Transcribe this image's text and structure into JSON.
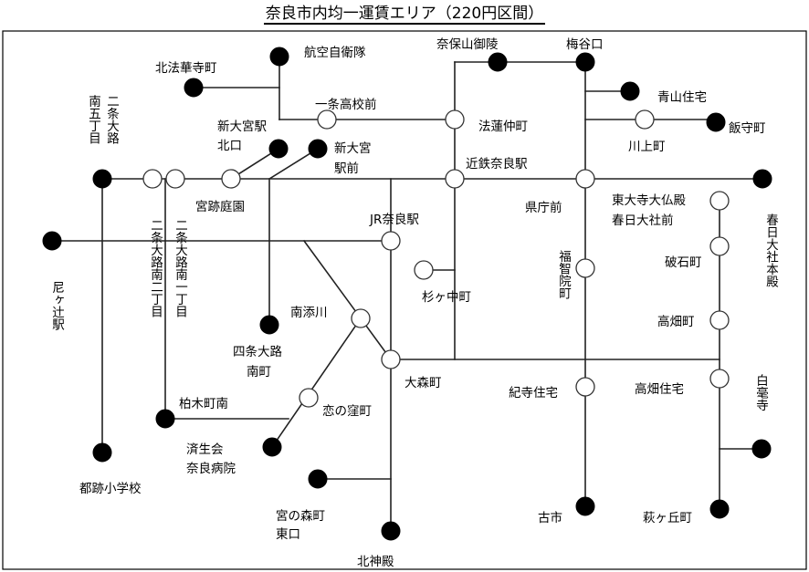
{
  "title": "奈良市内均一運賃エリア（220円区間）",
  "colors": {
    "line": "#222222",
    "terminal": "#000000",
    "stop_fill": "#ffffff"
  },
  "labels": {
    "koku_jiei": "航空自衛隊",
    "kitahokkeji": "北法華寺町",
    "nara_hoyama": "奈保山御陵",
    "umedani": "梅谷口",
    "aoyama": "青山住宅",
    "ichijo_koko": "一条高校前",
    "hokke_naka": "法蓮仲町",
    "iimori": "飯守町",
    "kawakami": "川上町",
    "nijo_minami5": "南五丁目",
    "nijo_ooji": "二条大路",
    "shin_omiya_kita": "新大宮駅",
    "shin_omiya_kita2": "北口",
    "shin_omiya_mae": "新大宮",
    "shin_omiya_mae2": "駅前",
    "kintetsu_nara": "近鉄奈良駅",
    "kencho": "県庁前",
    "todaiji": "東大寺大仏殿",
    "todaiji2": "春日大社前",
    "kasuga_taisha": "春日大社本殿",
    "miyato": "宮跡庭園",
    "nijo_minami2": "二条大路南二丁目",
    "nijo_minami1": "二条大路南一丁目",
    "jr_nara": "JR奈良駅",
    "niigatsuji": "尼ヶ辻駅",
    "hukuchiin": "福智院町",
    "haishi": "破石町",
    "sugigaya": "杉ヶ中町",
    "minami_sogawa": "南添川",
    "shijo_ooji": "四条大路",
    "shijo_ooji2": "南町",
    "takabatake": "高畑町",
    "oomori": "大森町",
    "kidera": "紀寺住宅",
    "takabatake_j": "高畑住宅",
    "byakugoji": "白毫寺",
    "kashiwagi": "柏木町南",
    "koinokubo": "恋の窪町",
    "saiseikai": "済生会",
    "saiseikai2": "奈良病院",
    "miyakoato": "都跡小学校",
    "miyanomori": "宮の森町",
    "miyanomori2": "東口",
    "furuichi": "古市",
    "hagigaoka": "萩ヶ丘町",
    "kitakamitono": "北神殿"
  }
}
